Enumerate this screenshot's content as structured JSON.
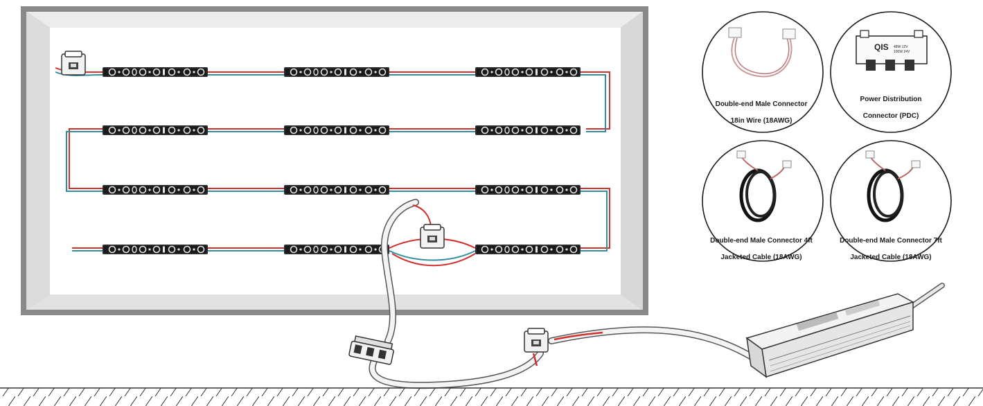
{
  "accessories": [
    {
      "name": "Double-end Male Connector 18in Wire (18AWG)",
      "line1": "Double-end Male Connector",
      "line2": "18in Wire (18AWG)",
      "icon": "wire-connector-icon"
    },
    {
      "name": "Power Distribution Connector (PDC)",
      "line1": "Power Distribution",
      "line2": "Connector (PDC)",
      "icon": "pdc-icon"
    },
    {
      "name": "Double-end Male Connector 4ft Jacketed Cable (18AWG)",
      "line1": "Double-end Male Connector 4ft",
      "line2": "Jacketed Cable (18AWG)",
      "icon": "cable-coil-icon"
    },
    {
      "name": "Double-end Male Connector 7ft Jacketed Cable (18AWG)",
      "line1": "Double-end Male Connector 7ft",
      "line2": "Jacketed Cable (18AWG)",
      "icon": "cable-coil-icon"
    }
  ],
  "pdc_label_lines": [
    "48W 12V",
    "100W 24V"
  ],
  "colors": {
    "frame": "#8a8a8a",
    "wire_red": "#d0312d",
    "wire_teal": "#2f8f9d",
    "module": "#2a2a2a",
    "cable": "#e8e8e8"
  },
  "layout_notes": {
    "module_rows": 4,
    "modules_per_row": 3
  }
}
